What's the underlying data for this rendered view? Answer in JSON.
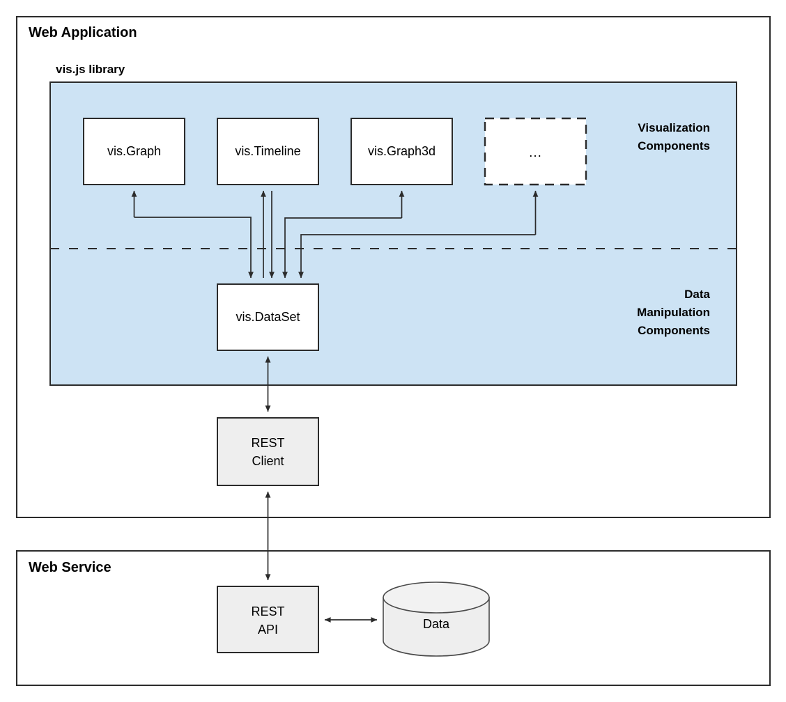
{
  "diagram": {
    "title_frames": [
      {
        "id": "web-application",
        "label": "Web Application"
      },
      {
        "id": "web-service",
        "label": "Web Service"
      }
    ],
    "library_section": {
      "label": "vis.js library"
    },
    "group_labels": {
      "visualization": [
        "Visualization",
        "Components"
      ],
      "data_manipulation": [
        "Data",
        "Manipulation",
        "Components"
      ]
    },
    "visualization_components": [
      {
        "id": "vis-graph",
        "label": "vis.Graph",
        "style": "solid"
      },
      {
        "id": "vis-timeline",
        "label": "vis.Timeline",
        "style": "solid"
      },
      {
        "id": "vis-graph3d",
        "label": "vis.Graph3d",
        "style": "solid"
      },
      {
        "id": "more-components",
        "label": "...",
        "style": "dashed"
      }
    ],
    "data_components": [
      {
        "id": "vis-dataset",
        "label": "vis.DataSet"
      }
    ],
    "client_nodes": [
      {
        "id": "rest-client",
        "line1": "REST",
        "line2": "Client"
      }
    ],
    "service_nodes": [
      {
        "id": "rest-api",
        "line1": "REST",
        "line2": "API"
      }
    ],
    "storage_nodes": [
      {
        "id": "data-store",
        "label": "Data"
      }
    ],
    "colors": {
      "panel_fill": "#cde3f4",
      "node_fill": "#ffffff",
      "gray_node_fill": "#eeeeee",
      "stroke": "#2b2b2b",
      "text": "#000000"
    }
  }
}
